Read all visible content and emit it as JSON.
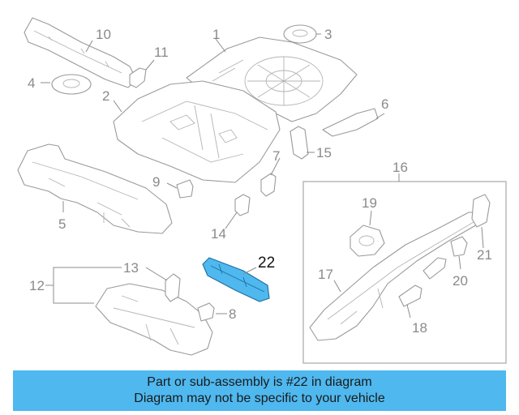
{
  "diagram": {
    "highlight_color": "#4fb8ef",
    "callouts": {
      "c1": "1",
      "c2": "2",
      "c3": "3",
      "c4": "4",
      "c5": "5",
      "c6": "6",
      "c7": "7",
      "c8": "8",
      "c9": "9",
      "c10": "10",
      "c11": "11",
      "c12": "12",
      "c13": "13",
      "c14": "14",
      "c15": "15",
      "c16": "16",
      "c17": "17",
      "c18": "18",
      "c19": "19",
      "c20": "20",
      "c21": "21",
      "c22": "22"
    }
  },
  "banner": {
    "background": "#4fb8ef",
    "line1": "Part or sub-assembly is #22 in diagram",
    "line2": "Diagram may not be specific to your vehicle"
  }
}
